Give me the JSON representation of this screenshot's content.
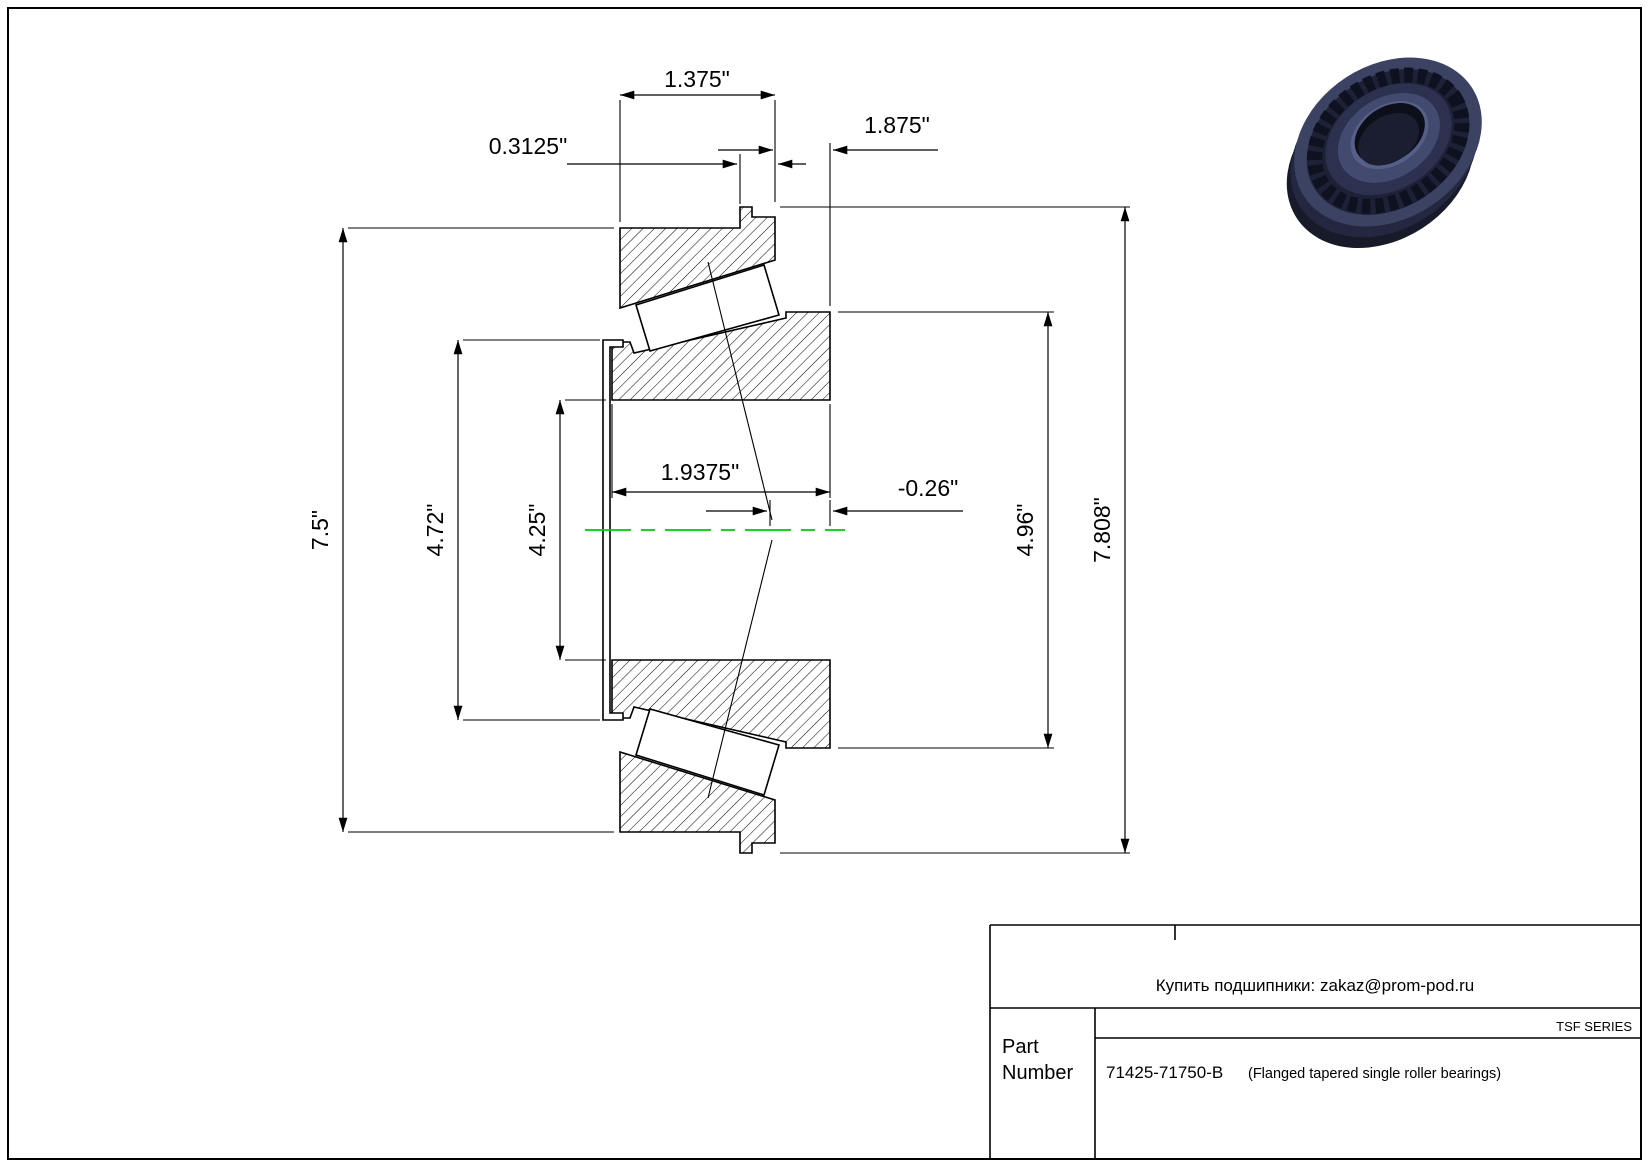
{
  "drawing": {
    "dimensions": {
      "cup_width": "1.375\"",
      "flange_width": "0.3125\"",
      "flange_standout": "1.875\"",
      "cup_od": "7.5\"",
      "flinger_od": "4.72\"",
      "bore": "4.25\"",
      "cone_width": "1.9375\"",
      "effective_center": "-0.26\"",
      "cone_rib_od": "4.96\"",
      "flange_od": "7.808\""
    },
    "centerline_color": "#00cc00"
  },
  "title_block": {
    "vendor_note": "Купить подшипники: zakaz@prom-pod.ru",
    "series_label": "TSF SERIES",
    "part_label_line1": "Part",
    "part_label_line2": "Number",
    "part_number": "71425-71750-B",
    "part_description": "(Flanged tapered single roller bearings)"
  }
}
